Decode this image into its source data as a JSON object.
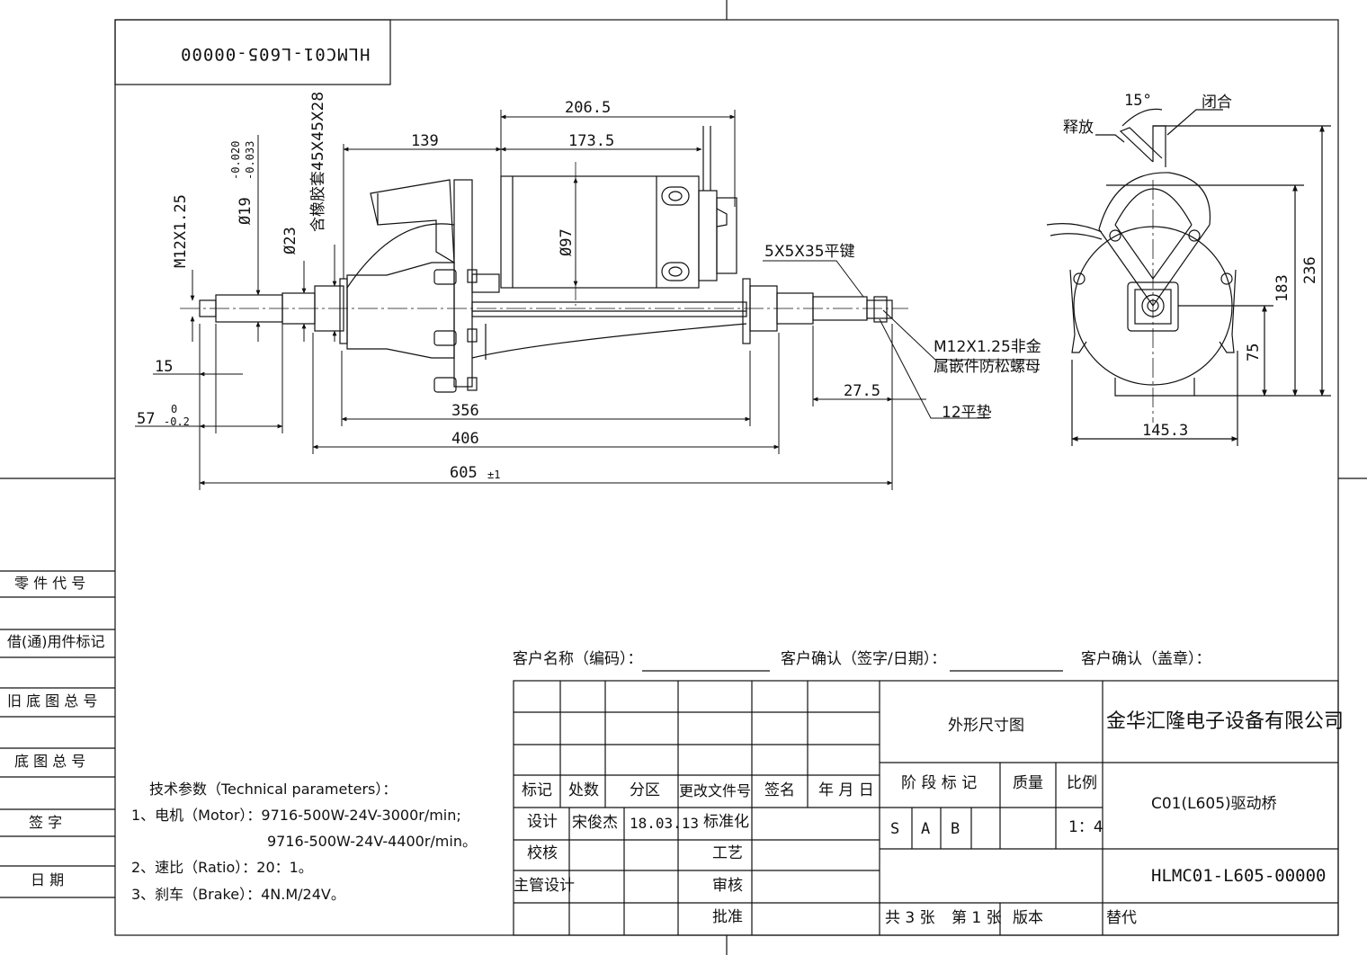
{
  "drawing_number_mirrored": "HLMC01-L605-00000",
  "left_column": {
    "part_code": "零 件 代 号",
    "borrowed_mark": "借(通)用件标记",
    "old_base_no": "旧 底 图 总 号",
    "base_no": "底 图 总 号",
    "sign": "签   字",
    "date": "日   期"
  },
  "dimensions": {
    "d206": "206.5",
    "d139": "139",
    "d173": "173.5",
    "d97": "Ø97",
    "d23": "Ø23",
    "d19": "Ø19",
    "d19_tol_upper": "-0.020",
    "d19_tol_lower": "-0.033",
    "sleeve": "含橡胶套45X45X28",
    "thread": "M12X1.25",
    "key": "5X5X35平键",
    "nut_line1": "M12X1.25非金",
    "nut_line2": "属嵌件防松螺母",
    "washer": "12平垫",
    "d15": "15",
    "d57": "57",
    "d57_tol_upper": "0",
    "d57_tol_lower": "-0.2",
    "d356": "356",
    "d406": "406",
    "d605": "605",
    "d605_tol": "±1",
    "d27": "27.5",
    "angle": "15°",
    "release": "释放",
    "close": "闭合",
    "d236": "236",
    "d183": "183",
    "d75": "75",
    "d145": "145.3"
  },
  "customer": {
    "name_label": "客户名称（编码）：",
    "confirm_label": "客户确认（签字/日期）：",
    "seal_label": "客户确认（盖章）："
  },
  "tech": {
    "title": "技术参数（Technical parameters）：",
    "line1": "1、电机（Motor）：9716-500W-24V-3000r/min;",
    "line2": "9716-500W-24V-4400r/min。",
    "line3": "2、速比（Ratio）：20：1。",
    "line4": "3、刹车（Brake）：4N.M/24V。"
  },
  "title_block": {
    "h_mark": "标记",
    "h_count": "处数",
    "h_zone": "分区",
    "h_docno": "更改文件号",
    "h_sign": "签名",
    "h_date": "年 月 日",
    "design": "设计",
    "designer": "宋俊杰",
    "design_date": "18.03.13",
    "standard": "标准化",
    "check": "校核",
    "process": "工艺",
    "chief": "主管设计",
    "review": "审核",
    "approve": "批准",
    "drawing_title": "外形尺寸图",
    "company": "金华汇隆电子设备有限公司",
    "stage_label": "阶 段 标 记",
    "mass_label": "质量",
    "scale_label": "比例",
    "stage_s": "S",
    "stage_a": "A",
    "stage_b": "B",
    "scale": "1：4",
    "product": "C01(L605)驱动桥",
    "drawing_no": "HLMC01-L605-00000",
    "sheets": "共 3 张",
    "sheet_no": "第 1 张",
    "version": "版本",
    "replace": "替代"
  }
}
